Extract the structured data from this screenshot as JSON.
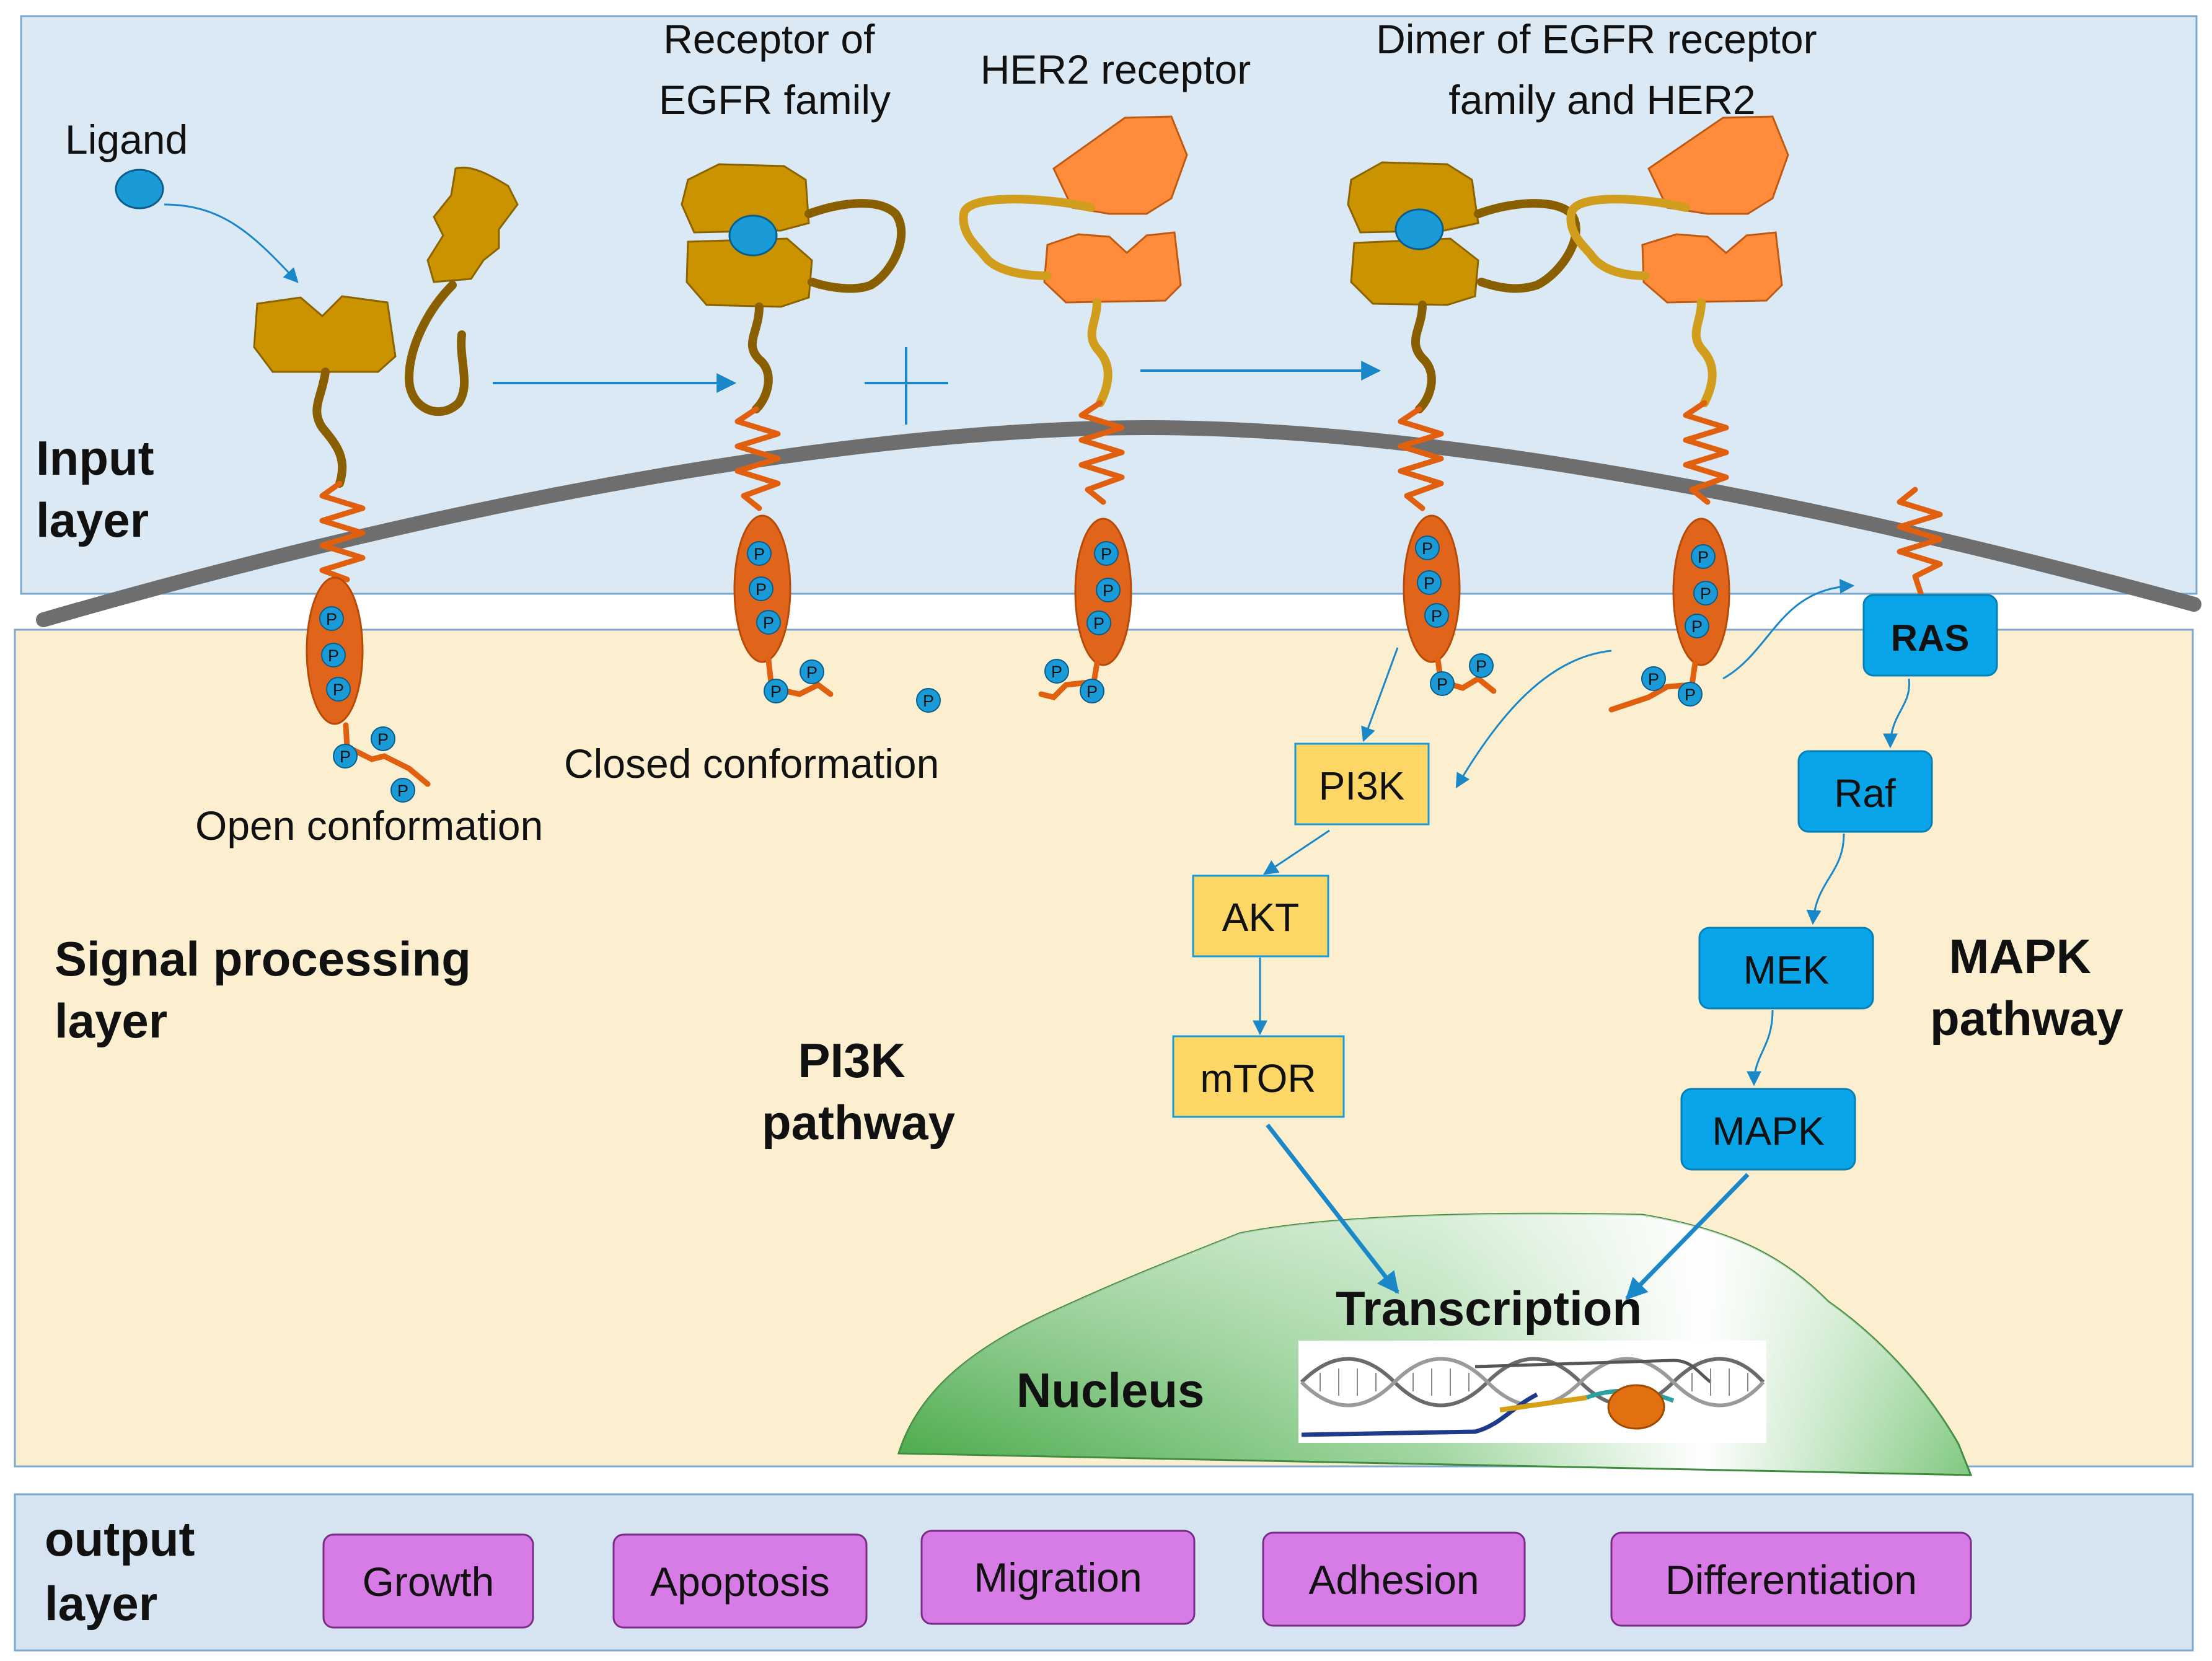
{
  "layers": {
    "input_label": [
      "Input",
      "layer"
    ],
    "processing_label": [
      "Signal processing",
      "layer"
    ],
    "output_label": [
      "output",
      "layer"
    ]
  },
  "labels": {
    "ligand": "Ligand",
    "egfr_receptor": [
      "Receptor of",
      "EGFR family"
    ],
    "her2_receptor": "HER2 receptor",
    "dimer": [
      "Dimer of EGFR receptor",
      "family and HER2"
    ],
    "open_conformation": "Open conformation",
    "closed_conformation": "Closed conformation",
    "phospho": "P"
  },
  "pathways": {
    "pi3k_label": [
      "PI3K",
      "pathway"
    ],
    "mapk_label": [
      "MAPK",
      "pathway"
    ],
    "pi3k_nodes": [
      "PI3K",
      "AKT",
      "mTOR"
    ],
    "mapk_nodes": [
      "RAS",
      "Raf",
      "MEK",
      "MAPK"
    ]
  },
  "nucleus": {
    "label": "Nucleus",
    "transcription": "Transcription"
  },
  "outputs": [
    "Growth",
    "Apoptosis",
    "Migration",
    "Adhesion",
    "Differentiation"
  ],
  "colors": {
    "input_bg": "#dbe9f5",
    "processing_bg": "#fcefd0",
    "output_bg": "#d6e4f2",
    "membrane": "#6e6e6e",
    "receptor_egfr": "#cc9300",
    "receptor_her2": "#ff8c3a",
    "transmembrane": "#e06010",
    "phospho": "#1a9ad6",
    "pi3k_box": "#fdd766",
    "mapk_box": "#0aa5e8",
    "output_box": "#d77ce6",
    "nucleus_green": "#5cb85c",
    "arrow": "#1a88c8"
  }
}
